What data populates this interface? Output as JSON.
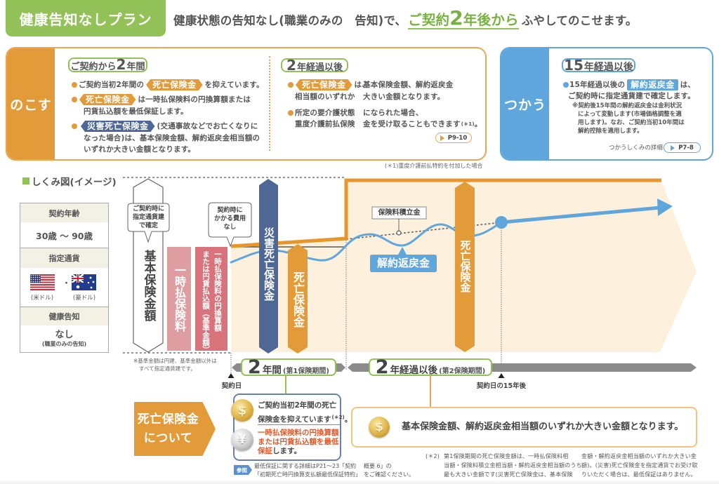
{
  "colors": {
    "green": "#92c257",
    "green_text": "#77b140",
    "orange": "#e39a38",
    "orange_line": "#e8962c",
    "orange_border": "#eca64d",
    "orange_soft": "#f2c47f",
    "blue": "#5ea6dc",
    "navy": "#4e6794",
    "pink": "#de9da0",
    "rose": "#d8737b",
    "beige": "#fdf1dd",
    "alert_red": "#e0592b",
    "timeline_gray": "#8b8b8b",
    "box_blue": "#6b81ad",
    "info_header": "#f3f0e4"
  },
  "header": {
    "badge": "健康告知なしプラン",
    "subtitle_pre": "健康状態の告知なし(職業のみの　告知)で、",
    "highlight_pre": "ご契約",
    "highlight_num": "2",
    "highlight_post": "年後から",
    "subtitle_post": "ふやしてのこせます。"
  },
  "nokosu": {
    "label": "のこす",
    "col1": {
      "heading_pre": "ご契約から",
      "heading_num": "2",
      "heading_post": "年間",
      "b1": {
        "pre": "ご契約当初2年間の",
        "tag": "死亡保険金",
        "post": "を抑えています。"
      },
      "b2": {
        "tag": "死亡保険金",
        "post": "は一時払保険料の円換算額または",
        "line2": "円貨払込額を最低保証します。"
      },
      "b3": {
        "tag": "災害死亡保険金",
        "post": "(交通事故などでお亡くなりに",
        "line2": "なった場合)は、基本保険金額、解約返戻金相当額の",
        "line3": "いずれか大きい金額となります。"
      }
    },
    "col2": {
      "heading_num": "2",
      "heading_post": "年経過以後",
      "b1": {
        "tag": "死亡保険金",
        "post": "は、",
        "line1_right": "基本保険金額、解約返戻金",
        "line2_left": "相当額のいずれか",
        "line2_right": "大きい金額となります。"
      },
      "b2": {
        "line1_left": "所定の要介護状態",
        "line1_right": "になられた場合、",
        "line2_left": "重度介護前払保険",
        "line2_right": "金を受け取ることもできます",
        "note_ref": "(＊1)",
        "end": "。"
      },
      "page_link": "P9-10"
    },
    "footnote": "(＊1)重度介護前払特約を付加した場合"
  },
  "tsukau": {
    "label": "つかう",
    "heading_num": "15",
    "heading_post": "年経過以後",
    "bullet": {
      "pre": "15年経過以後の",
      "tag": "解約返戻金",
      "post": "は、",
      "line2": "ご契約時に指定通貨建で確定します。"
    },
    "note_lines": [
      "※契約後15年間の解約返戻金は金利状況",
      "によって変動します(市場価格調整を適",
      "用します)。なお、ご契約当初10年間は",
      "解約控除を適用します。"
    ],
    "detail_label": "つかうしくみの詳細",
    "page_link": "P7-8"
  },
  "diagram": {
    "title": "しくみ図(イメージ)",
    "info": {
      "age_label": "契約年齢",
      "age_value": "30歳 ～ 90歳",
      "currency_label": "指定通貨",
      "currencies": [
        {
          "icon": "us-flag",
          "name": "(米ドル)"
        },
        {
          "icon": "australia-flag",
          "name": "(豪ドル)"
        }
      ],
      "currency_separator": "・",
      "health_label": "健康告知",
      "health_value": "なし",
      "health_note": "(職業のみの告知)"
    },
    "callout_fixed": [
      "ご契約時に",
      "指定通貨建",
      "で確定"
    ],
    "base_amount": "基本保険金額",
    "premium": "一時払保険料",
    "yen_amount_col1": "一時払保険料の円換算額",
    "yen_amount_col2": "または円貨払込額（基準金額）",
    "callout_cost": [
      "契約時に",
      "かかる費用",
      "なし"
    ],
    "accidental_death": "災害死亡保険金",
    "death_benefit_1": "死亡保険金",
    "death_benefit_2": "死亡保険金",
    "reserve_label": "保険料積立金",
    "surrender_label": "解約返戻金",
    "currency_note": [
      "※基準金額は円建、基準金額以外は",
      "すべて指定通貨建です。"
    ],
    "timeline": {
      "first": {
        "num": "2",
        "unit": "年間",
        "sub": "(第1保険期間)"
      },
      "second": {
        "num": "2",
        "unit": "年経過以後",
        "sub": "(第2保険期間)"
      },
      "start_marker": "契約日",
      "year15_marker": "契約日の15年後"
    }
  },
  "death_benefit": {
    "title_line1": "死亡保険金",
    "title_line2": "について",
    "first_period": {
      "coin_symbol": "$",
      "coin_symbol_2": "¥",
      "line1": "ご契約当初2年間の死亡",
      "line2": "保険金を抑えています",
      "note_ref": "(＊2)",
      "line2_end": "。",
      "guarantee_lines": [
        "一時払保険料の円換算額",
        "または円貨払込額を最低",
        "保証"
      ],
      "guarantee_end": "します。"
    },
    "second_period": {
      "coin_symbol": "$",
      "text": "基本保険金額、解約返戻金相当額のいずれか大きい金額となります。"
    },
    "reference": {
      "badge": "参照",
      "line1_a": "最低保証に関する詳細はP21～23「契約",
      "line1_b": "概要 6」の",
      "line2_a": "「初期死亡時円換算支払額最低保証特約」",
      "line2_b": "をご確認ください。"
    },
    "footnote": {
      "marker": "(＊2)",
      "col1": [
        "第1保険期間の死亡保険金額は、一時払保険料相",
        "当額・保険料積立金相当額・解約返戻金相当額のうち",
        "最も大きい金額です(災害死亡保険金は、基本保険"
      ],
      "col2": [
        "金額・解約返戻金相当額のいずれか大きい金",
        "額)。(災害)死亡保険金を指定通貨でお受け取",
        "りいただく場合は、最低保証はありません。"
      ]
    }
  }
}
